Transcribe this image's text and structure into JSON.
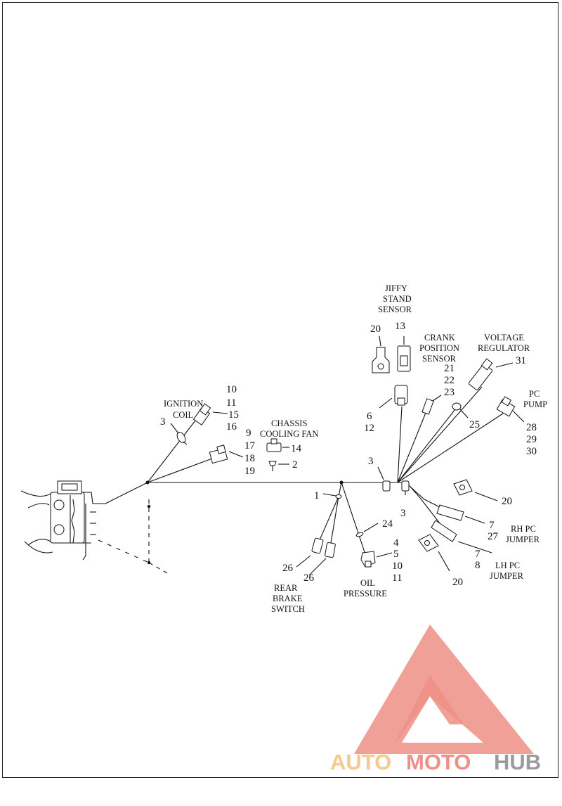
{
  "callouts": {
    "ignition_coil": "IGNITION COIL",
    "chassis_cooling_fan": "CHASSIS COOLING FAN",
    "jiffy_stand_sensor": "JIFFY STAND SENSOR",
    "crank_position_sensor": "CRANK POSITION SENSOR",
    "voltage_regulator": "VOLTAGE REGULATOR",
    "pc_pump": "PC PUMP",
    "rh_pc_jumper": "RH PC JUMPER",
    "lh_pc_jumper": "LH PC JUMPER",
    "oil_pressure": "OIL PRESSURE",
    "rear_brake_switch": "REAR BRAKE SWITCH"
  },
  "label_lines": {
    "ignition_coil": [
      "IGNITION",
      "COIL"
    ],
    "chassis_cooling_fan": [
      "CHASSIS",
      "COOLING FAN"
    ],
    "jiffy_stand_sensor": [
      "JIFFY",
      "STAND",
      "SENSOR"
    ],
    "crank_position_sensor": [
      "CRANK",
      "POSITION",
      "SENSOR"
    ],
    "voltage_regulator": [
      "VOLTAGE",
      "REGULATOR"
    ],
    "pc_pump": [
      "PC",
      "PUMP"
    ],
    "rh_pc_jumper": [
      "RH PC",
      "JUMPER"
    ],
    "lh_pc_jumper": [
      "LH PC",
      "JUMPER"
    ],
    "oil_pressure": [
      "OIL",
      "PRESSURE"
    ],
    "rear_brake_switch": [
      "REAR",
      "BRAKE",
      "SWITCH"
    ]
  },
  "part_numbers": {
    "ignition_coil_stack": [
      "10",
      "11",
      "15",
      "16"
    ],
    "ignition_clip": "3",
    "fan_stack": [
      "9",
      "17",
      "18",
      "19"
    ],
    "fan_mount": "14",
    "fan_screw": "2",
    "jiffy_terminal": "20",
    "jiffy_sensor": "13",
    "jiffy_connector_stack": [
      "6",
      "12"
    ],
    "crank_stack": [
      "21",
      "22",
      "23"
    ],
    "voltage_regulator": "31",
    "crank_clip": "25",
    "pc_pump_stack": [
      "28",
      "29",
      "30"
    ],
    "clip_upper": "3",
    "clip_lower": "3",
    "harness_main": "1",
    "oil_clip": "24",
    "oil_stack": [
      "4",
      "5",
      "10",
      "11"
    ],
    "rear_brake_upper": "26",
    "rear_brake_lower": "26",
    "rh_terminal": "20",
    "rh_jumper_stack": [
      "7",
      "27"
    ],
    "lh_jumper_stack": [
      "7",
      "8"
    ],
    "lh_terminal": "20"
  },
  "watermark": {
    "word_auto": "AUTO",
    "word_moto": "MOTO",
    "word_hub": "HUB",
    "colors": {
      "auto": "#f6c98f",
      "moto": "#ef8f86",
      "hub": "#9b9b9b",
      "triangle": "#ef8f86"
    }
  }
}
